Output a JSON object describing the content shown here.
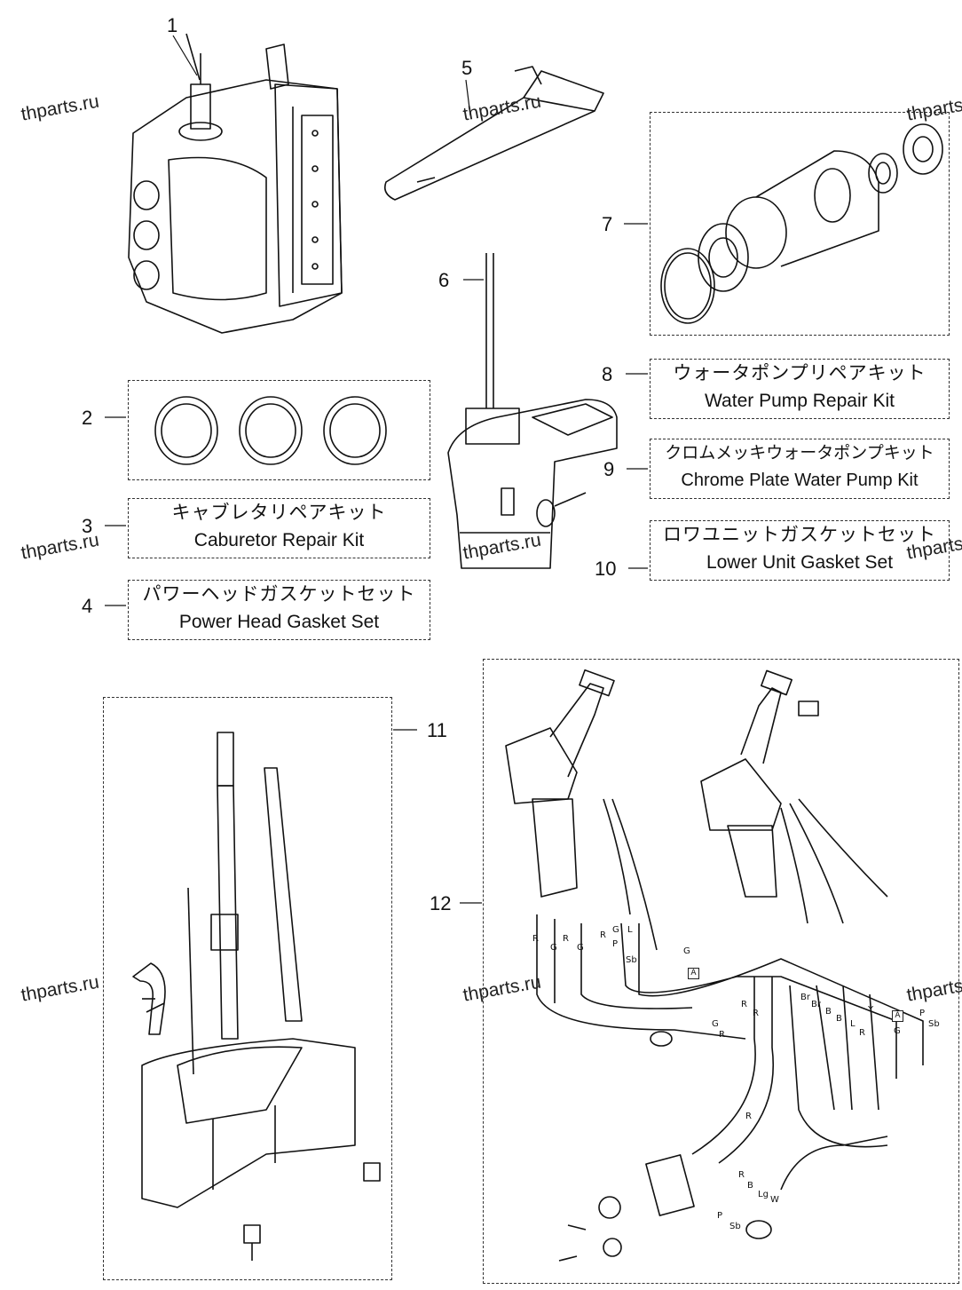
{
  "callouts": [
    "1",
    "2",
    "3",
    "4",
    "5",
    "6",
    "7",
    "8",
    "9",
    "10",
    "11",
    "12"
  ],
  "kits": {
    "k3": {
      "jp": "キャブレタリペアキット",
      "en": "Caburetor Repair Kit"
    },
    "k4": {
      "jp": "パワーヘッドガスケットセット",
      "en": "Power Head Gasket Set"
    },
    "k8": {
      "jp": "ウォータポンプリペアキット",
      "en": "Water Pump Repair Kit"
    },
    "k9": {
      "jp": "クロムメッキウォータポンプキット",
      "en": "Chrome Plate Water Pump Kit"
    },
    "k10": {
      "jp": "ロワユニットガスケットセット",
      "en": "Lower Unit Gasket Set"
    }
  },
  "watermark": "thparts.ru",
  "wire_labels": {
    "r": "R",
    "g": "G",
    "p": "P",
    "l": "L",
    "sb": "Sb",
    "br": "Br",
    "b": "B",
    "y": "Y",
    "lg": "Lg",
    "w": "W",
    "a": "A"
  },
  "colors": {
    "ink": "#111111",
    "dash": "#333333"
  }
}
